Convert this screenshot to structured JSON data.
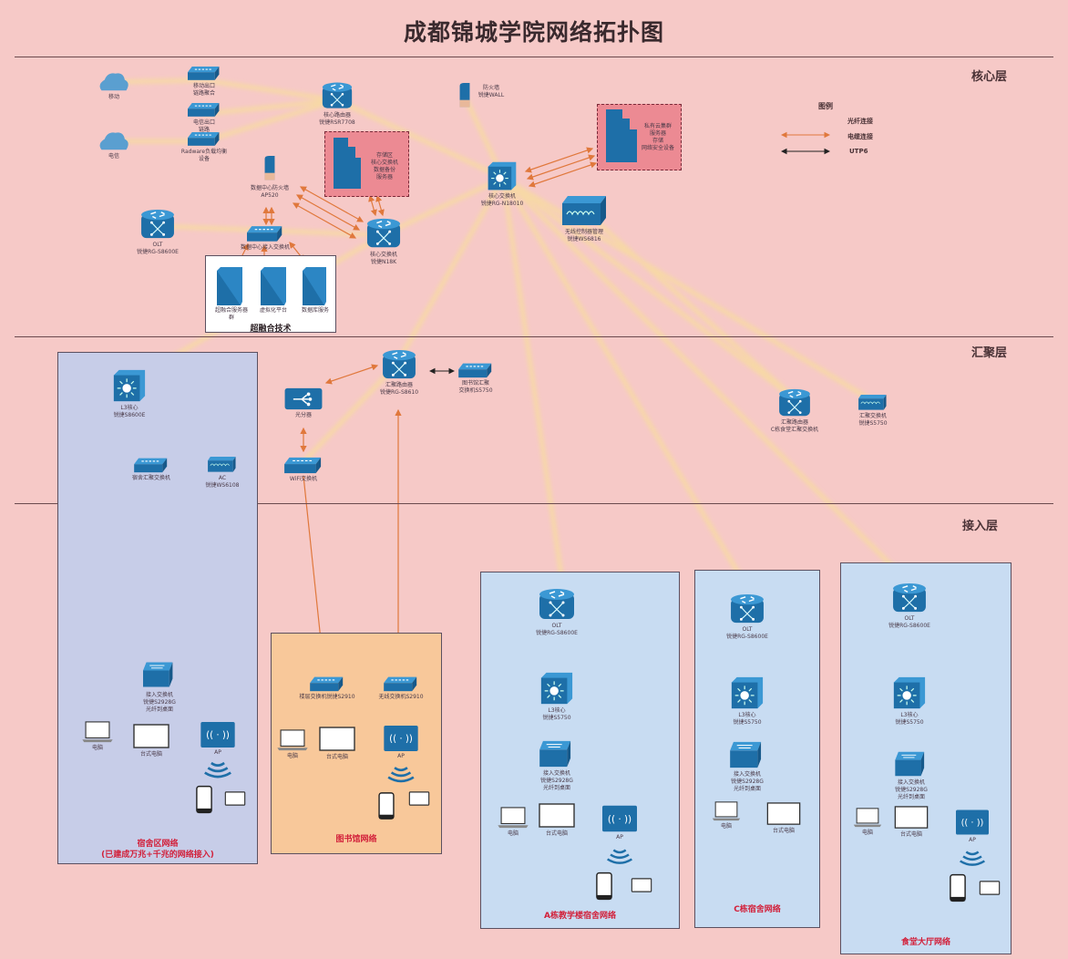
{
  "title": "成都锦城学院网络拓扑图",
  "layers": {
    "core": "核心层",
    "distribution": "汇聚层",
    "access": "接入层"
  },
  "legend": {
    "title": "图例",
    "items": [
      {
        "label": "光纤连接",
        "style": "fiber-glow"
      },
      {
        "label": "电缆连接",
        "style": "orange-arrow"
      },
      {
        "label": "UTP6",
        "style": "black-arrow"
      }
    ]
  },
  "colors": {
    "background": "#f6c9c7",
    "device": "#1e6fa8",
    "fiber": "#f6e58a",
    "cable": "#e0783c",
    "utp": "#222222",
    "panel_blue": "#c8dcf2",
    "panel_lavender": "#c7cde8",
    "panel_orange": "#f8c89a",
    "panel_label": "#d2203a"
  },
  "core": {
    "clouds": [
      {
        "label": "移动"
      },
      {
        "label": "电信"
      }
    ],
    "switches_left": [
      {
        "label": "移动出口\n链路聚合"
      },
      {
        "label": "电信出口\n链路"
      },
      {
        "label": "Radware负载均衡\n设备"
      }
    ],
    "core_router_top": {
      "label": "核心路由器\n锐捷RSR7708"
    },
    "firewall_top": {
      "label": "防火墙\n锐捷WALL"
    },
    "firewall_left": {
      "label": "数据中心防火墙\nAP520"
    },
    "dc_cluster_1": {
      "label": "存储区\n核心交换机\n数据备份\n服务器"
    },
    "dc_cluster_2": {
      "label": "私有云集群\n服务器\n存储\n网络安全设备"
    },
    "core_switch_center": {
      "label": "核心交换机\n锐捷RG-N18010"
    },
    "core_switch_right": {
      "label": "核心交换机\n锐捷N18K"
    },
    "olt_left": {
      "label": "OLT\n锐捷RG-S8600E"
    },
    "access_switch_dc": {
      "label": "数据中心接入交换机"
    },
    "wireless_controller": {
      "label": "无线控制器管理\n锐捷WS6816"
    },
    "server_box": {
      "title": "超融合技术",
      "servers": [
        {
          "label": "超融合服务器\n群"
        },
        {
          "label": "虚拟化平台"
        },
        {
          "label": "数据库服务"
        }
      ]
    }
  },
  "distribution": {
    "router_center": {
      "label": "汇聚路由器\n锐捷RG-S8610"
    },
    "switch_right_of_center": {
      "label": "图书馆汇聚\n交换机S5750"
    },
    "hub_left": {
      "label": "光分器"
    },
    "switch_wifi": {
      "label": "WiFi交换机"
    },
    "router_right": {
      "label": "汇聚路由器\nC栋食堂汇聚交换机"
    },
    "switch_far_right": {
      "label": "汇聚交换机\n锐捷S5750"
    },
    "dorm_l3": {
      "label": "L3核心\n锐捷S8600E"
    },
    "dorm_agg": {
      "label": "宿舍汇聚交换机"
    },
    "dorm_ac": {
      "label": "AC\n锐捷WS6108"
    }
  },
  "access": {
    "panels": [
      {
        "name": "宿舍区网络",
        "label_line2": "(已建成万兆+千兆的网络接入)",
        "switch": "接入交换机\n锐捷S2928G\n光纤到桌面",
        "devices": [
          "电脑",
          "台式电脑",
          "AP"
        ]
      },
      {
        "name": "图书馆网络",
        "switch_1": "楼层交换机锐捷S2910",
        "switch_2": "无线交换机S2910",
        "devices": [
          "电脑",
          "台式电脑",
          "AP"
        ]
      },
      {
        "name": "A栋教学楼宿舍网络",
        "olt": "OLT\n锐捷RG-S8600E",
        "l3": "L3核心\n锐捷S5750",
        "switch": "接入交换机\n锐捷S2928G\n光纤到桌面",
        "devices": [
          "电脑",
          "台式电脑",
          "AP"
        ]
      },
      {
        "name": "C栋宿舍网络",
        "olt": "OLT\n锐捷RG-S8600E",
        "l3": "L3核心\n锐捷S5750",
        "switch": "接入交换机\n锐捷S2928G\n光纤到桌面",
        "devices": [
          "电脑",
          "台式电脑"
        ]
      },
      {
        "name": "食堂大厅网络",
        "olt": "OLT\n锐捷RG-S8600E",
        "l3": "L3核心\n锐捷S5750",
        "switch": "接入交换机\n锐捷S2928G\n光纤到桌面",
        "devices": [
          "电脑",
          "台式电脑",
          "AP"
        ]
      }
    ]
  }
}
